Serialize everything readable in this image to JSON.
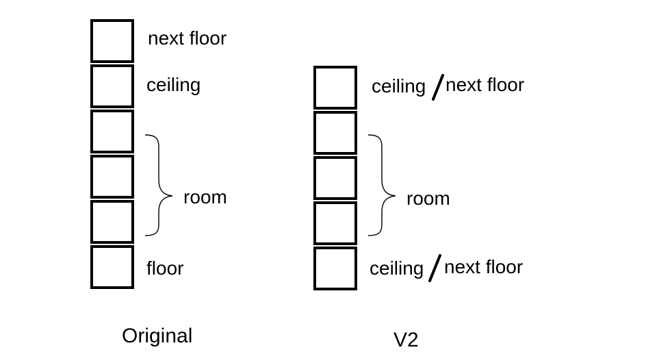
{
  "original": {
    "caption": "Original",
    "labels": {
      "top": "next floor",
      "second": "ceiling",
      "middle": "room",
      "bottom": "floor"
    }
  },
  "v2": {
    "caption": "V2",
    "labels": {
      "top_left": "ceiling",
      "top_right": "next floor",
      "middle": "room",
      "bottom_left": "ceiling",
      "bottom_right": "next floor"
    }
  }
}
